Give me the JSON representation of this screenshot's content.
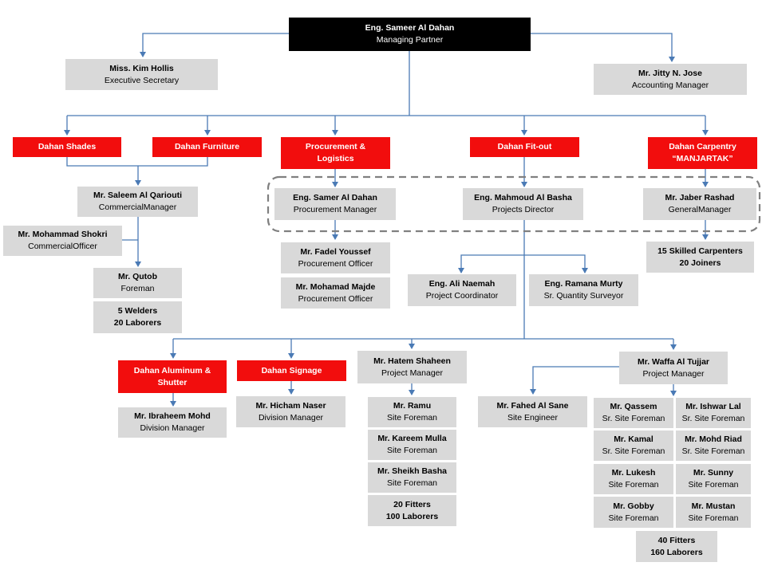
{
  "org": {
    "ceo": {
      "name": "Eng. Sameer Al Dahan",
      "title": "Managing Partner"
    },
    "exec_secretary": {
      "name": "Miss. Kim Hollis",
      "title": "Executive Secretary"
    },
    "accounting": {
      "name": "Mr. Jitty N. Jose",
      "title": "Accounting Manager"
    },
    "divisions": {
      "shades": "Dahan Shades",
      "furniture": "Dahan Furniture",
      "procurement": "Procurement  & Logistics",
      "fitout": "Dahan Fit-out",
      "carpentry": "Dahan Carpentry “MANJARTAK”",
      "aluminum": "Dahan Aluminum & Shutter",
      "signage": "Dahan Signage"
    },
    "saleem": {
      "name": "Mr. Saleem Al Qariouti",
      "title": "CommercialManager"
    },
    "shokri": {
      "name": "Mr. Mohammad Shokri",
      "title": "CommercialOfficer"
    },
    "qutob": {
      "name": "Mr. Qutob",
      "title": "Foreman"
    },
    "welders": {
      "line1": "5 Welders",
      "line2": "20 Laborers"
    },
    "samer": {
      "name": "Eng. Samer Al Dahan",
      "title": "Procurement Manager"
    },
    "fadel": {
      "name": "Mr. Fadel Youssef",
      "title": "Procurement Officer"
    },
    "majde": {
      "name": "Mr. Mohamad Majde",
      "title": "Procurement Officer"
    },
    "mahmoud": {
      "name": "Eng. Mahmoud  Al Basha",
      "title": "Projects Director"
    },
    "ali": {
      "name": "Eng. Ali Naemah",
      "title": "Project Coordinator"
    },
    "ramana": {
      "name": "Eng. Ramana Murty",
      "title": "Sr. Quantity Surveyor"
    },
    "jaber": {
      "name": "Mr. Jaber Rashad",
      "title": "GeneralManager"
    },
    "carpenters": {
      "line1": "15 Skilled Carpenters",
      "line2": "20 Joiners"
    },
    "ibraheem": {
      "name": "Mr. Ibraheem Mohd",
      "title": "Division Manager"
    },
    "hicham": {
      "name": "Mr. Hicham Naser",
      "title": "Division Manager"
    },
    "hatem": {
      "name": "Mr. Hatem Shaheen",
      "title": "Project Manager"
    },
    "ramu": {
      "name": "Mr. Ramu",
      "title": "Site Foreman"
    },
    "kareem": {
      "name": "Mr. Kareem Mulla",
      "title": "Site Foreman"
    },
    "sheikh": {
      "name": "Mr. Sheikh Basha",
      "title": "Site Foreman"
    },
    "fitters20": {
      "line1": "20 Fitters",
      "line2": "100 Laborers"
    },
    "waffa": {
      "name": "Mr. Waffa Al Tujjar",
      "title": "Project Manager"
    },
    "fahed": {
      "name": "Mr. Fahed Al Sane",
      "title": "Site Engineer"
    },
    "qassem": {
      "name": "Mr. Qassem",
      "title": "Sr. Site Foreman"
    },
    "ishwar": {
      "name": "Mr. Ishwar Lal",
      "title": "Sr. Site Foreman"
    },
    "kamal": {
      "name": "Mr. Kamal",
      "title": "Sr. Site Foreman"
    },
    "riad": {
      "name": "Mr. Mohd Riad",
      "title": "Sr. Site Foreman"
    },
    "lukesh": {
      "name": "Mr. Lukesh",
      "title": "Site Foreman"
    },
    "sunny": {
      "name": "Mr. Sunny",
      "title": "Site Foreman"
    },
    "gobby": {
      "name": "Mr. Gobby",
      "title": "Site Foreman"
    },
    "mustan": {
      "name": "Mr. Mustan",
      "title": "Site Foreman"
    },
    "fitters40": {
      "line1": "40 Fitters",
      "line2": "160 Laborers"
    }
  },
  "colors": {
    "division": "#f20d0d",
    "person": "#d9d9d9",
    "head": "#000000",
    "connector": "#4a7ab5"
  }
}
